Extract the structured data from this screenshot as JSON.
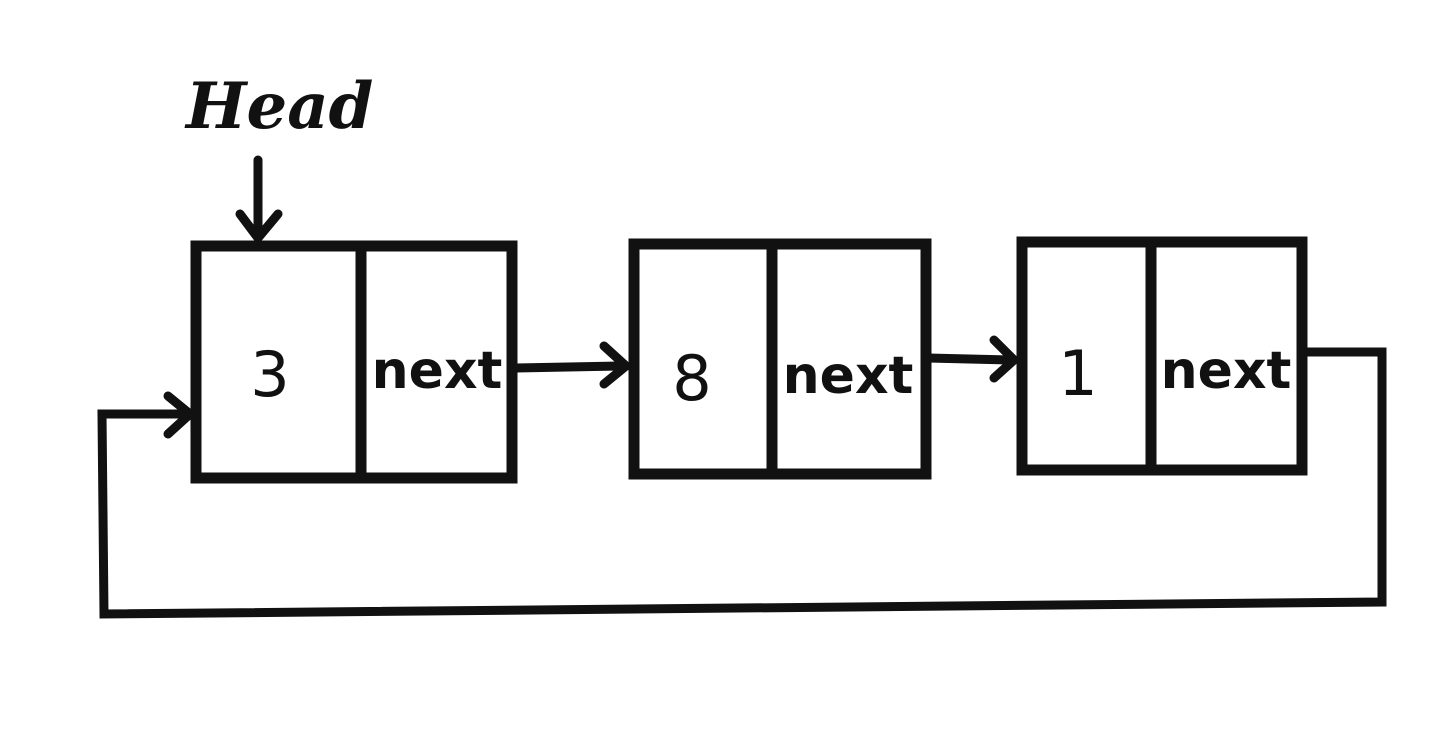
{
  "diagram": {
    "head_label": "Head",
    "nodes": [
      {
        "value": "3",
        "pointer_label": "next"
      },
      {
        "value": "8",
        "pointer_label": "next"
      },
      {
        "value": "1",
        "pointer_label": "next"
      }
    ],
    "colors": {
      "ink": "#111111",
      "background": "#ffffff"
    }
  }
}
